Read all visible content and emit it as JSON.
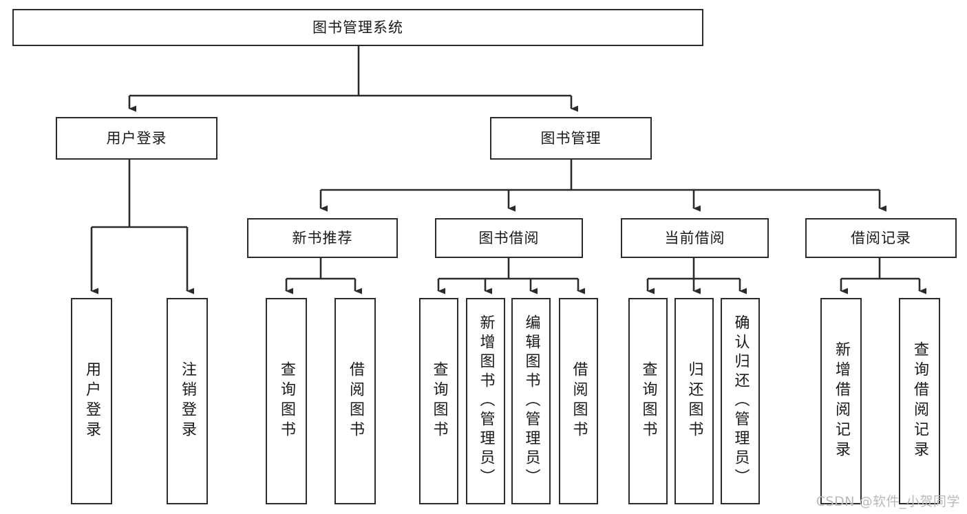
{
  "diagram": {
    "title": "图书管理系统",
    "type": "tree-hierarchy",
    "watermark": "CSDN @软件_小贺同学",
    "colors": {
      "box_border": "#2b2b2b",
      "box_fill": "#ffffff",
      "connector": "#2b2b2b",
      "text": "#1a1a1a",
      "watermark": "#b9b9b9",
      "background": "#ffffff"
    },
    "root": {
      "label": "图书管理系统"
    },
    "level2": [
      {
        "label": "用户登录"
      },
      {
        "label": "图书管理"
      }
    ],
    "level3": [
      {
        "label": "新书推荐"
      },
      {
        "label": "图书借阅"
      },
      {
        "label": "当前借阅"
      },
      {
        "label": "借阅记录"
      }
    ],
    "leaves": {
      "user_login": [
        {
          "label": "用户登录"
        },
        {
          "label": "注销登录"
        }
      ],
      "new_book_recommend": [
        {
          "label": "查询图书"
        },
        {
          "label": "借阅图书"
        }
      ],
      "book_borrow": [
        {
          "label": "查询图书"
        },
        {
          "label": "新增图书（管理员）"
        },
        {
          "label": "编辑图书（管理员）"
        },
        {
          "label": "借阅图书"
        }
      ],
      "current_borrow": [
        {
          "label": "查询图书"
        },
        {
          "label": "归还图书"
        },
        {
          "label": "确认归还（管理员）"
        }
      ],
      "borrow_record": [
        {
          "label": "新增借阅记录"
        },
        {
          "label": "查询借阅记录"
        }
      ]
    }
  }
}
